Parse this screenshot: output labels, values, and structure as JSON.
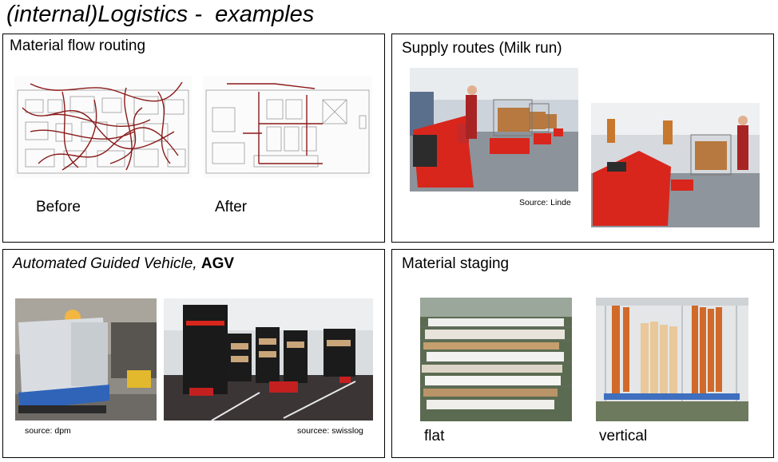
{
  "page": {
    "title": "(internal)Logistics -  examples"
  },
  "panels": {
    "flow": {
      "title": "Material flow routing",
      "before": "Before",
      "after": "After"
    },
    "supply": {
      "title": "Supply routes (Milk run)",
      "source": "Source: Linde"
    },
    "agv": {
      "title_italic": "Automated Guided Vehicle,",
      "title_bold": "AGV",
      "source_left": "source: dpm",
      "source_right": "sourcee: swisslog"
    },
    "staging": {
      "title": "Material staging",
      "flat": "flat",
      "vertical": "vertical"
    }
  },
  "colors": {
    "red_machine": "#d8261c",
    "route_red": "#8a1b1b",
    "border": "#000000"
  }
}
